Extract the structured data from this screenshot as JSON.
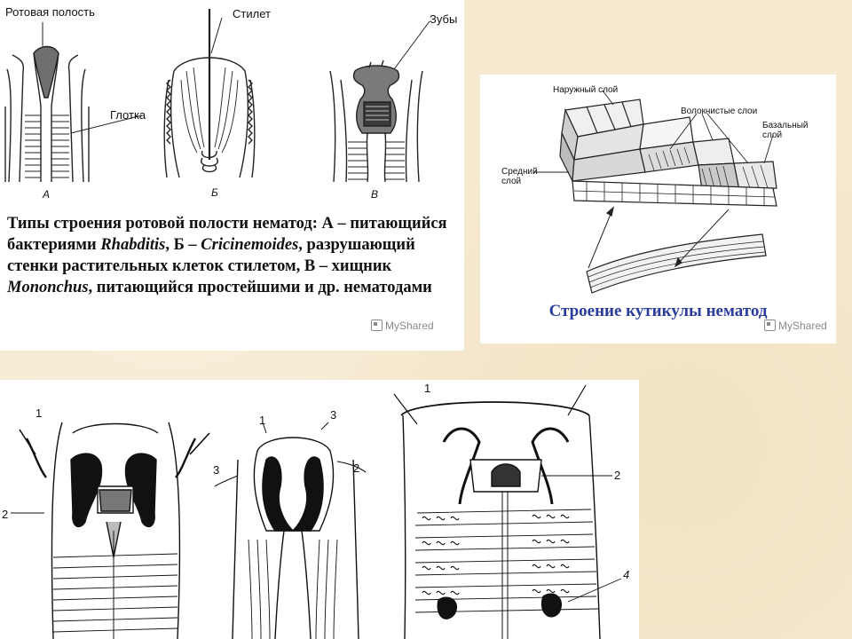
{
  "mouth_panel": {
    "labels": {
      "oral_cavity": "Ротовая полость",
      "stylet": "Стилет",
      "teeth": "Зубы",
      "pharynx": "Глотка",
      "a": "А",
      "b": "Б",
      "v": "В"
    },
    "caption": {
      "p1": "Типы строения ротовой полости нематод: ",
      "p2": "А – питающийся бактериями ",
      "p3": "Rhabditis",
      "p4": ", Б – ",
      "p5": "Cricinemoides",
      "p6": ", разрушающий стенки растительных клеток стилетом, В – хищник ",
      "p7": "Mononchus",
      "p8": ", питающийся простейшими и др. нематодами"
    },
    "watermark": "MyShared"
  },
  "cuticle_panel": {
    "labels": {
      "outer": "Наружный слой",
      "fibrous": "Волокнистые слои",
      "basal_1": "Базальный",
      "basal_2": "слой",
      "middle_1": "Средний",
      "middle_2": "слой"
    },
    "caption": "Строение кутикулы нематод",
    "watermark": "MyShared"
  },
  "bottom_panel": {
    "labels": {
      "n1a": "1",
      "n2a": "2",
      "n1b": "1",
      "n3b": "3",
      "n3c": "3",
      "n2b": "2",
      "n1c": "1",
      "n2c": "2",
      "n4c": "4"
    }
  }
}
